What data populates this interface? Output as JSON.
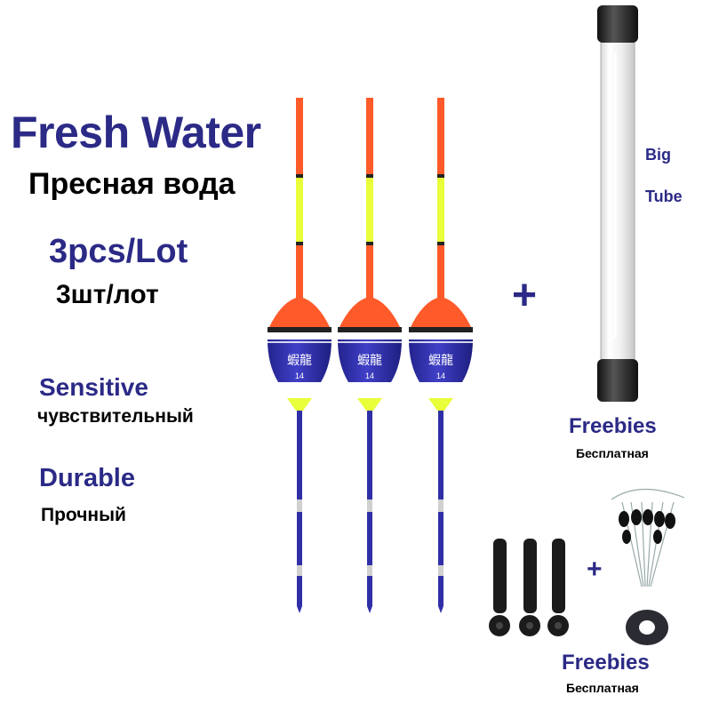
{
  "heading": {
    "title": "Fresh Water",
    "title_ru": "Пресная вода",
    "lot": "3pcs/Lot",
    "lot_ru": "3шт/лот"
  },
  "features": [
    {
      "label": "Sensitive",
      "label_ru": "чувствительный"
    },
    {
      "label": "Durable",
      "label_ru": "Прочный"
    }
  ],
  "tube": {
    "line1": "Big",
    "line2": "Tube"
  },
  "plus_sign": "+",
  "freebies": [
    {
      "label": "Freebies",
      "label_ru": "Бесплатная"
    },
    {
      "label": "Freebies",
      "label_ru": "Бесплатная"
    }
  ],
  "float": {
    "logo_text": "蝦龍",
    "size": "14"
  },
  "colors": {
    "brand_blue": "#2b2a86",
    "float_body": "#2f2fa8",
    "tip_orange": "#ff5a2a",
    "tip_yellow": "#e8ff3a"
  },
  "icons": [
    "fishing-float-icon",
    "tube-container-icon",
    "rubber-stopper-icon",
    "bead-stopper-set-icon"
  ]
}
